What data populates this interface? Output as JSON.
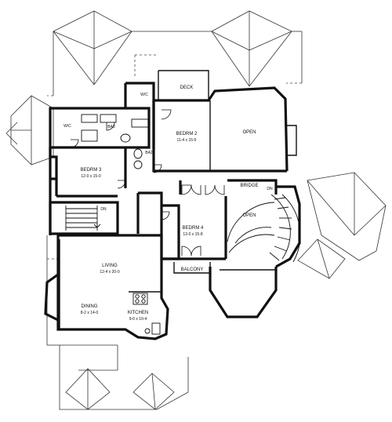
{
  "rooms": {
    "deck": {
      "name": "DECK"
    },
    "wic_upper": {
      "name": "W/C"
    },
    "wic_left": {
      "name": "W/C"
    },
    "bath3": {
      "name": "BA3"
    },
    "bath2": {
      "name": "BA2"
    },
    "bedroom2": {
      "name": "BEDRM 2",
      "dims": "11-4 x 15-5"
    },
    "open_upper": {
      "name": "OPEN"
    },
    "bedroom3": {
      "name": "BEDRM 3",
      "dims": "12-0 x 15-0"
    },
    "bridge": {
      "name": "BRIDGE"
    },
    "dn_right": {
      "name": "DN"
    },
    "dn_left": {
      "name": "DN"
    },
    "open_lower": {
      "name": "OPEN"
    },
    "bedroom4": {
      "name": "BEDRM 4",
      "dims": "13-0 x 15-8"
    },
    "balcony": {
      "name": "BALCONY"
    },
    "living": {
      "name": "LIVING",
      "dims": "12-4 x 20-0"
    },
    "dining": {
      "name": "DINING",
      "dims": "8-2 x 14-0"
    },
    "kitchen": {
      "name": "KITCHEN",
      "dims": "9-0 x 10-4"
    }
  }
}
